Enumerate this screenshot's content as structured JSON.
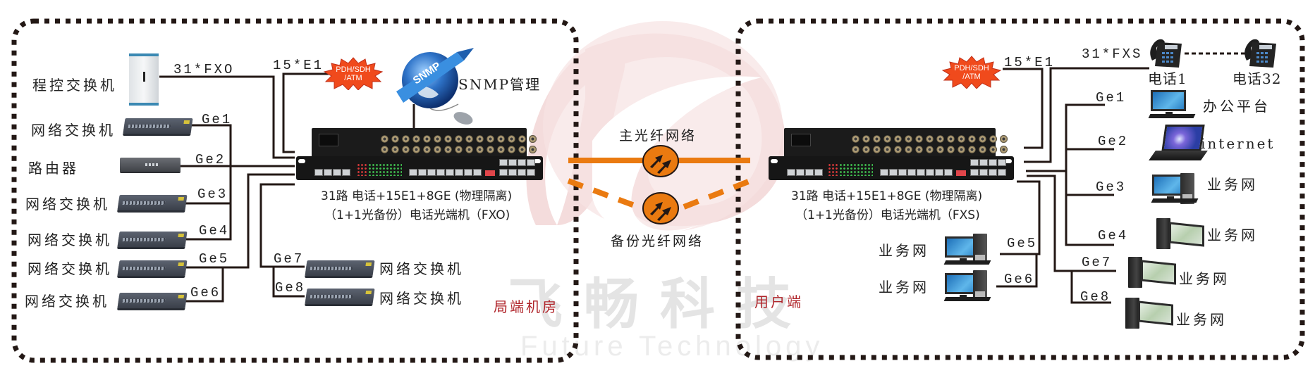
{
  "watermark": {
    "cn": "飞畅科技",
    "en": "Future Technology",
    "logo_color": "#f2d5d5"
  },
  "colors": {
    "fiber": "#ea7a10",
    "line": "#231815",
    "zone_label": "#b0242a",
    "burst": "#f04a1c"
  },
  "left_site": {
    "zone_label": "局端机房",
    "device": {
      "caption_line1": "31路 电话+15E1+8GE (物理隔离)",
      "caption_line2": "（1+1光备份）电话光端机（FXO)"
    },
    "pbx": {
      "label": "程控交换机",
      "link": "31*FXO"
    },
    "e1": {
      "link": "15*E1",
      "burst": [
        "PDH/SDH",
        "/ATM"
      ]
    },
    "snmp": {
      "badge": "SNMP",
      "label": "SNMP管理"
    },
    "ports": [
      {
        "port": "Ge1",
        "label": "网络交换机"
      },
      {
        "port": "Ge2",
        "label": "路由器"
      },
      {
        "port": "Ge3",
        "label": "网络交换机"
      },
      {
        "port": "Ge4",
        "label": "网络交换机"
      },
      {
        "port": "Ge5",
        "label": "网络交换机"
      },
      {
        "port": "Ge6",
        "label": "网络交换机"
      },
      {
        "port": "Ge7",
        "label": "网络交换机"
      },
      {
        "port": "Ge8",
        "label": "网络交换机"
      }
    ]
  },
  "link": {
    "main": "主光纤网络",
    "backup": "备份光纤网络"
  },
  "right_site": {
    "zone_label": "用户端",
    "device": {
      "caption_line1": "31路 电话+15E1+8GE (物理隔离)",
      "caption_line2": "（1+1光备份）电话光端机（FXS)"
    },
    "e1": {
      "link": "15*E1",
      "burst": [
        "PDH/SDH",
        "/ATM"
      ]
    },
    "phones": {
      "link": "31*FXS",
      "first": "电话1",
      "last": "电话32"
    },
    "ports": [
      {
        "port": "Ge1",
        "label": "办公平台"
      },
      {
        "port": "Ge2",
        "label": "internet"
      },
      {
        "port": "Ge3",
        "label": "业务网"
      },
      {
        "port": "Ge4",
        "label": "业务网"
      },
      {
        "port": "Ge5",
        "label": "业务网"
      },
      {
        "port": "Ge6",
        "label": "业务网"
      },
      {
        "port": "Ge7",
        "label": "业务网"
      },
      {
        "port": "Ge8",
        "label": "业务网"
      }
    ]
  }
}
